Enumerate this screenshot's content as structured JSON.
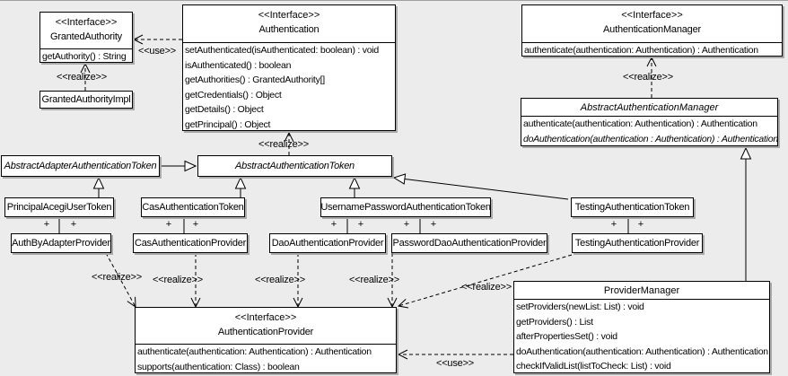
{
  "classes": {
    "granted_authority": {
      "stereotype": "<<Interface>>",
      "name": "GrantedAuthority",
      "methods": [
        "getAuthority() : String"
      ]
    },
    "granted_authority_impl": {
      "name": "GrantedAuthorityImpl"
    },
    "authentication": {
      "stereotype": "<<Interface>>",
      "name": "Authentication",
      "methods": [
        "setAuthenticated(isAuthenticated: boolean) : void",
        "isAuthenticated() : boolean",
        "getAuthorities() : GrantedAuthority[]",
        "getCredentials() : Object",
        "getDetails() : Object",
        "getPrincipal() : Object"
      ]
    },
    "authentication_manager": {
      "stereotype": "<<Interface>>",
      "name": "AuthenticationManager",
      "methods": [
        "authenticate(authentication: Authentication) : Authentication"
      ]
    },
    "abstract_authentication_manager": {
      "name": "AbstractAuthenticationManager",
      "methods": [
        "authenticate(authentication: Authentication) : Authentication",
        "doAuthentication(authentication : Authentication) : Authentication"
      ]
    },
    "abstract_adapter_authentication_token": {
      "name": "AbstractAdapterAuthenticationToken"
    },
    "abstract_authentication_token": {
      "name": "AbstractAuthenticationToken"
    },
    "principal_acegi_user_token": {
      "name": "PrincipalAcegiUserToken"
    },
    "cas_authentication_token": {
      "name": "CasAuthenticationToken"
    },
    "username_password_authentication_token": {
      "name": "UsernamePasswordAuthenticationToken"
    },
    "testing_authentication_token": {
      "name": "TestingAuthenticationToken"
    },
    "auth_by_adapter_provider": {
      "name": "AuthByAdapterProvider"
    },
    "cas_authentication_provider": {
      "name": "CasAuthenticationProvider"
    },
    "dao_authentication_provider": {
      "name": "DaoAuthenticationProvider"
    },
    "password_dao_authentication_provider": {
      "name": "PasswordDaoAuthenticationProvider"
    },
    "testing_authentication_provider": {
      "name": "TestingAuthenticationProvider"
    },
    "authentication_provider": {
      "stereotype": "<<Interface>>",
      "name": "AuthenticationProvider",
      "methods": [
        "authenticate(authentication: Authentication) : Authentication",
        "supports(authentication: Class) : boolean"
      ]
    },
    "provider_manager": {
      "name": "ProviderManager",
      "methods": [
        "setProviders(newList: List) : void",
        "getProviders() : List",
        "afterPropertiesSet() : void",
        "doAuthentication(authentication: Authentication) : Authentication",
        "checkIfValidList(listToCheck: List) : void"
      ]
    }
  },
  "labels": {
    "use": "<<use>>",
    "realize": "<<realize>>",
    "plus": "+"
  }
}
